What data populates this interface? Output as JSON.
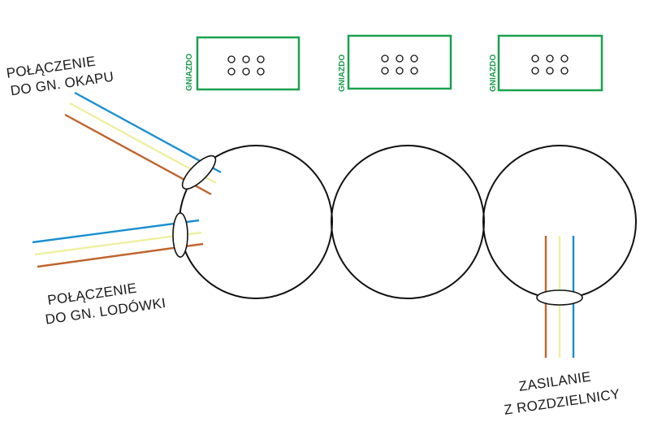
{
  "colors": {
    "socket_green": "#1aa14e",
    "wire_blue": "#1a8fd0",
    "wire_yellow": "#eef0a0",
    "wire_brown": "#c0652e",
    "outline": "#111111"
  },
  "sockets": [
    {
      "label": "GNIAZDO"
    },
    {
      "label": "GNIAZDO"
    },
    {
      "label": "GNIAZDO"
    }
  ],
  "labels": {
    "hood_line1": "POŁĄCZENIE",
    "hood_line2": "DO GN. OKAPU",
    "fridge_line1": "POŁĄCZENIE",
    "fridge_line2": "DO GN. LODÓWKI",
    "supply_line1": "ZASILANIE",
    "supply_line2": "Z ROZDZIELNICY"
  }
}
